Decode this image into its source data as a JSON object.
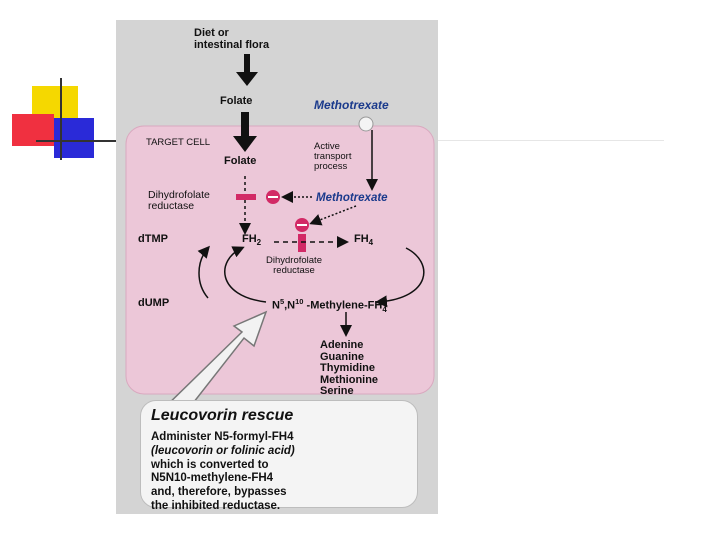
{
  "slide": {
    "deco_colors": {
      "yellow": "#f5d800",
      "red": "#f03040",
      "blue": "#2a2ad8",
      "line": "#333333"
    }
  },
  "diagram": {
    "colors": {
      "cell": "#ecc7d8",
      "cell_border": "#d9a9bf",
      "inhibitor": "#d22a66",
      "methotrexate": "#1a3a8c",
      "arrow": "#111111"
    },
    "diet_label": "Diet or\nintestinal flora",
    "folate_outer": "Folate",
    "methotrexate_outer": "Methotrexate",
    "target_cell": "TARGET CELL",
    "active_transport": "Active\ntransport\nprocess",
    "folate_inner": "Folate",
    "dihydrofolate_reductase_top": "Dihydrofolate\nreductase",
    "methotrexate_inner": "Methotrexate",
    "dtmp": "dTMP",
    "fh2": "FH",
    "fh2_sub": "2",
    "fh4": "FH",
    "fh4_sub": "4",
    "dihydrofolate_reductase_mid": "Dihydrofolate\nreductase",
    "dump": "dUMP",
    "methylene_n": "N",
    "methylene_sup5": "5",
    "methylene_mid": ",N",
    "methylene_sup10": "10",
    "methylene_rest": " -Methylene-FH",
    "methylene_sub4": "4",
    "products": [
      "Adenine",
      "Guanine",
      "Thymidine",
      "Methionine",
      "Serine"
    ],
    "rescue": {
      "title": "Leucovorin rescue",
      "line1": "Administer N5-formyl-FH4",
      "line2": "(leucovorin or folinic acid)",
      "line3": "which is converted to",
      "line4": "N5N10-methylene-FH4",
      "line5": "and, therefore, bypasses",
      "line6": "the inhibited reductase."
    }
  }
}
